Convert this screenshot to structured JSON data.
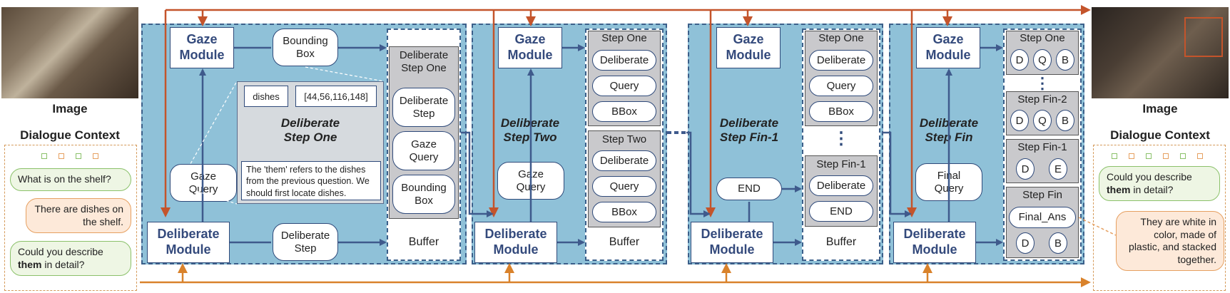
{
  "left": {
    "image_caption": "Image",
    "context_title": "Dialogue Context",
    "bubbles": [
      "What is on the shelf?",
      "There are dishes on the shelf.",
      "Could you describe ",
      "them",
      " in detail?"
    ]
  },
  "right": {
    "image_caption": "Image",
    "context_title": "Dialogue Context",
    "question_pre": "Could you describe ",
    "question_bold": "them",
    "question_post": " in detail?",
    "answer": "They are white in color, made of plastic, and stacked together."
  },
  "stage1": {
    "gaze": "Gaze\nModule",
    "deliberate": "Deliberate\nModule",
    "bounding_box": "Bounding\nBox",
    "gaze_query": "Gaze\nQuery",
    "deliberate_step": "Deliberate\nStep",
    "zoom_label": "Deliberate\nStep One",
    "zoom_tag": "dishes",
    "zoom_coords": "[44,56,116,148]",
    "zoom_text": "The 'them' refers to the dishes from the previous question. We should first locate dishes.",
    "buffer_title": "Deliberate\nStep One",
    "buffer_items": [
      "Deliberate\nStep",
      "Gaze\nQuery",
      "Bounding\nBox"
    ],
    "buffer_label": "Buffer"
  },
  "stage2": {
    "gaze": "Gaze\nModule",
    "deliberate": "Deliberate\nModule",
    "step_label": "Deliberate\nStep Two",
    "gaze_query": "Gaze\nQuery",
    "groups": [
      {
        "title": "Step One",
        "items": [
          "Deliberate",
          "Query",
          "BBox"
        ]
      },
      {
        "title": "Step Two",
        "items": [
          "Deliberate",
          "Query",
          "BBox"
        ]
      }
    ],
    "buffer_label": "Buffer"
  },
  "stage3": {
    "gaze": "Gaze\nModule",
    "deliberate": "Deliberate\nModule",
    "step_label": "Deliberate\nStep Fin-1",
    "end_pill": "END",
    "groups": [
      {
        "title": "Step One",
        "items": [
          "Deliberate",
          "Query",
          "BBox"
        ]
      },
      {
        "title": "Step Fin-1",
        "items": [
          "Deliberate",
          "END"
        ]
      }
    ],
    "dots": "⋮",
    "buffer_label": "Buffer"
  },
  "stage4": {
    "gaze": "Gaze\nModule",
    "deliberate": "Deliberate\nModule",
    "step_label": "Deliberate\nStep Fin",
    "final_query": "Final\nQuery",
    "step_one": {
      "title": "Step One",
      "items": [
        "D",
        "Q",
        "B"
      ]
    },
    "dots": "⋮",
    "step_fin2": {
      "title": "Step Fin-2",
      "items": [
        "D",
        "Q",
        "B"
      ]
    },
    "step_fin1": {
      "title": "Step Fin-1",
      "items": [
        "D",
        "E"
      ]
    },
    "step_fin": {
      "title": "Step Fin",
      "answer": "Final_Ans",
      "items": [
        "D",
        "B"
      ]
    }
  },
  "colors": {
    "stage_bg": "#8fc1d8",
    "module_text": "#344a7c",
    "arrow_blue": "#3f5a8c",
    "arrow_orange": "#c4542b",
    "arrow_gold": "#d9822b"
  }
}
